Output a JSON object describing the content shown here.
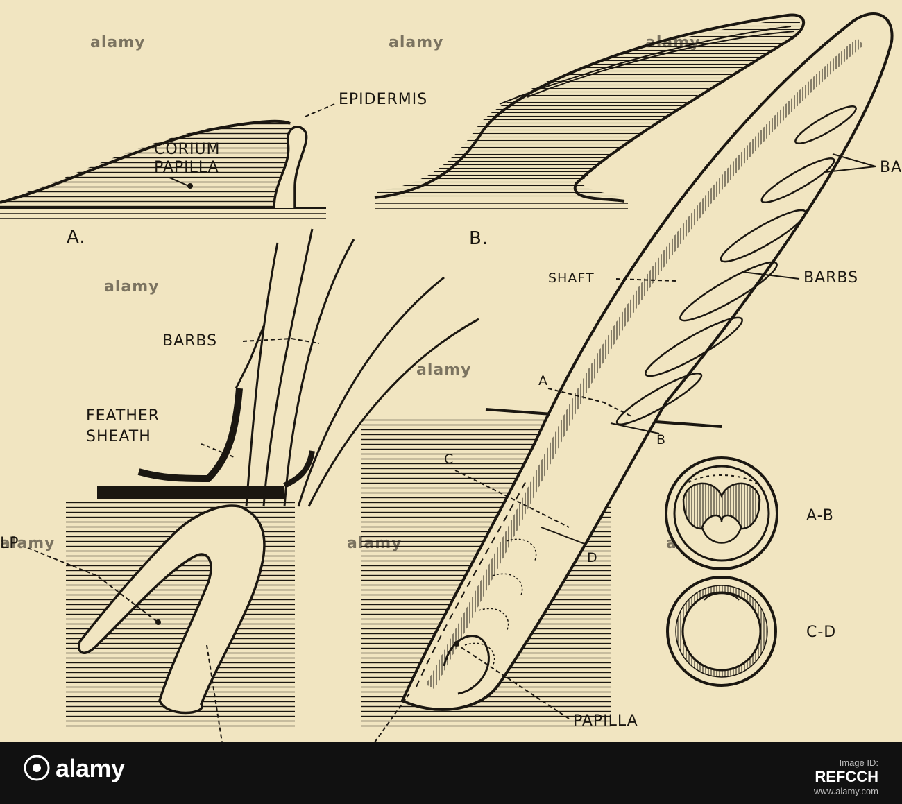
{
  "labels": {
    "corium": "CORIUM",
    "papilla_top": "PAPILLA",
    "epidermis": "EPIDERMIS",
    "panel_a": "A.",
    "panel_b": "B.",
    "barbs_upper_right": "BARBS",
    "ba_cut": "BA",
    "shaft": "SHAFT",
    "barbs_right": "BARBS",
    "barbs_left": "BARBS",
    "feather": "FEATHER",
    "sheath": "SHEATH",
    "section_a": "A",
    "section_b": "B",
    "section_c": "C",
    "section_d": "D",
    "cross_ab": "A-B",
    "cross_cd": "C-D",
    "lp_cut": "LP",
    "papilla_bottom": "PAPILLA"
  },
  "footer": {
    "brand": "alamy",
    "id_label": "Image ID:",
    "image_id": "REFCCH",
    "site": "www.alamy.com"
  },
  "watermark": "alamy",
  "colors": {
    "background": "#f1e5c1",
    "ink": "#1b1711",
    "footer": "#111111"
  }
}
